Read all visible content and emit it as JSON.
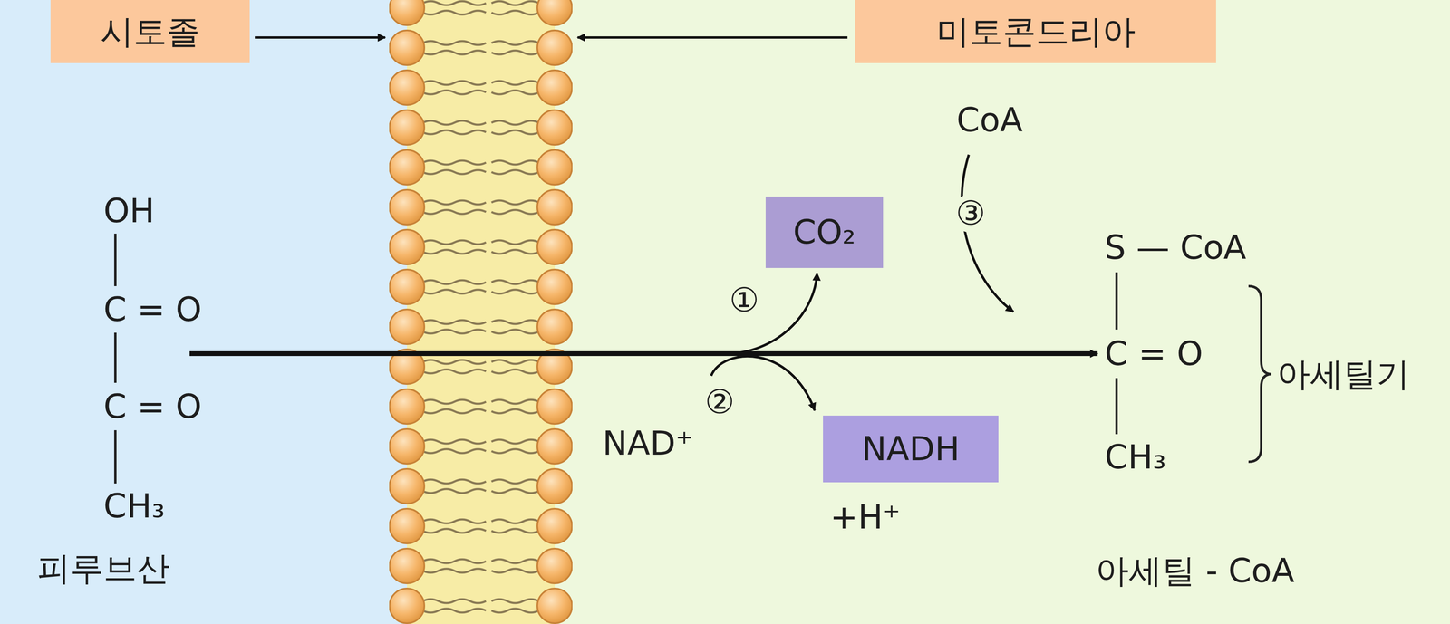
{
  "diagram": {
    "nodes": [
      {
        "text": [
          "시토졸"
        ]
      },
      {
        "text": [
          "미토콘드리아"
        ]
      },
      {
        "text": [
          "CO₂"
        ]
      },
      {
        "text": [
          "NADH"
        ]
      }
    ],
    "labels": [
      "OH",
      "C = O",
      "C = O",
      "CH₃",
      "피루브산",
      "CoA",
      "③",
      "S — CoA",
      "①",
      "C = O",
      "아세틸기",
      "②",
      "NAD⁺",
      "CH₃",
      "+H⁺",
      "아세틸 - CoA"
    ]
  }
}
